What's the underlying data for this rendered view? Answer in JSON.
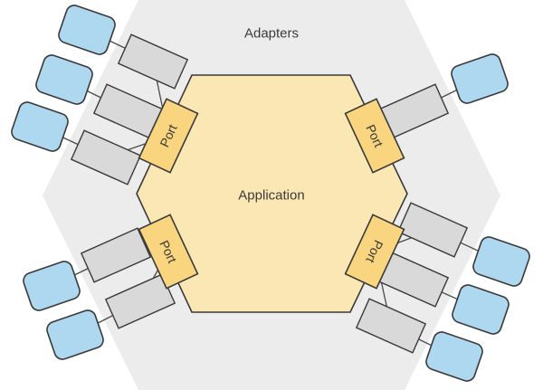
{
  "labels": {
    "adapters": "Adapters",
    "application": "Application",
    "port": "Port"
  },
  "colors": {
    "background": "#ffffff",
    "outer_hex_fill": "#ececec",
    "inner_hex_fill": "#fbe7b3",
    "port_fill": "#f8d57e",
    "adapter_fill": "#d9d9d9",
    "external_fill": "#aed7f0",
    "stroke_dark": "#3a3a3a",
    "connector": "#4a4a4a",
    "text": "#3b3b3b"
  },
  "structure": {
    "ports_count": 4,
    "clusters": {
      "top_left": {
        "adapters": 3,
        "external_systems": 3
      },
      "top_right": {
        "adapters": 1,
        "external_systems": 1
      },
      "bottom_left": {
        "adapters": 2,
        "external_systems": 2
      },
      "bottom_right": {
        "adapters": 3,
        "external_systems": 3
      }
    }
  }
}
